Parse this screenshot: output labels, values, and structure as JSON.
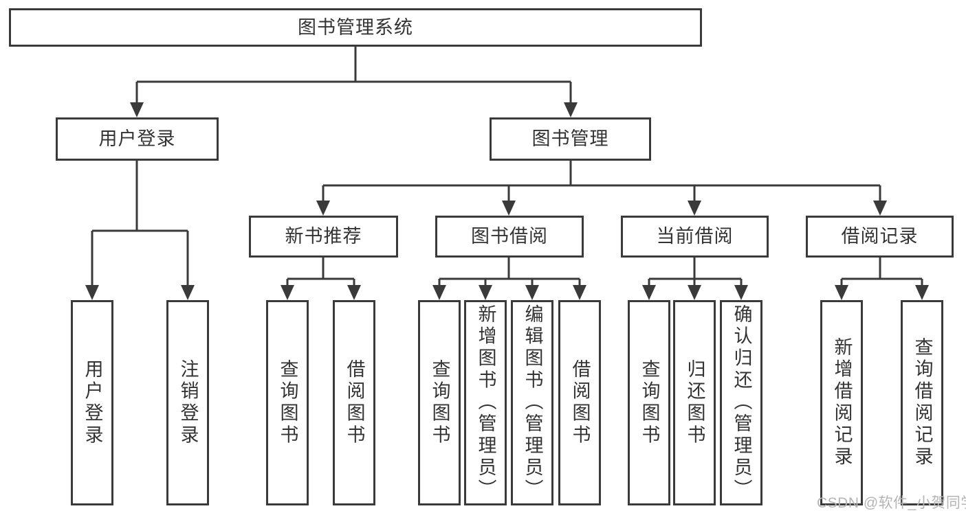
{
  "diagram": {
    "root": {
      "label": "图书管理系统"
    },
    "level2": [
      {
        "label": "用户登录"
      },
      {
        "label": "图书管理"
      }
    ],
    "level3": [
      {
        "label": "新书推荐"
      },
      {
        "label": "图书借阅"
      },
      {
        "label": "当前借阅"
      },
      {
        "label": "借阅记录"
      }
    ],
    "leaves": [
      {
        "label": "用户登录"
      },
      {
        "label": "注销登录"
      },
      {
        "label": "查询图书"
      },
      {
        "label": "借阅图书"
      },
      {
        "label": "查询图书"
      },
      {
        "label": "新增图书（管理员）"
      },
      {
        "label": "编辑图书（管理员）"
      },
      {
        "label": "借阅图书"
      },
      {
        "label": "查询图书"
      },
      {
        "label": "归还图书"
      },
      {
        "label": "确认归还（管理员）"
      },
      {
        "label": "新增借阅记录"
      },
      {
        "label": "查询借阅记录"
      }
    ],
    "watermark": "CSDN @软件_小贺同学",
    "colors": {
      "line": "#3a3a3a",
      "text": "#333333",
      "watermark": "#b5b5b5",
      "background": "#ffffff"
    }
  }
}
